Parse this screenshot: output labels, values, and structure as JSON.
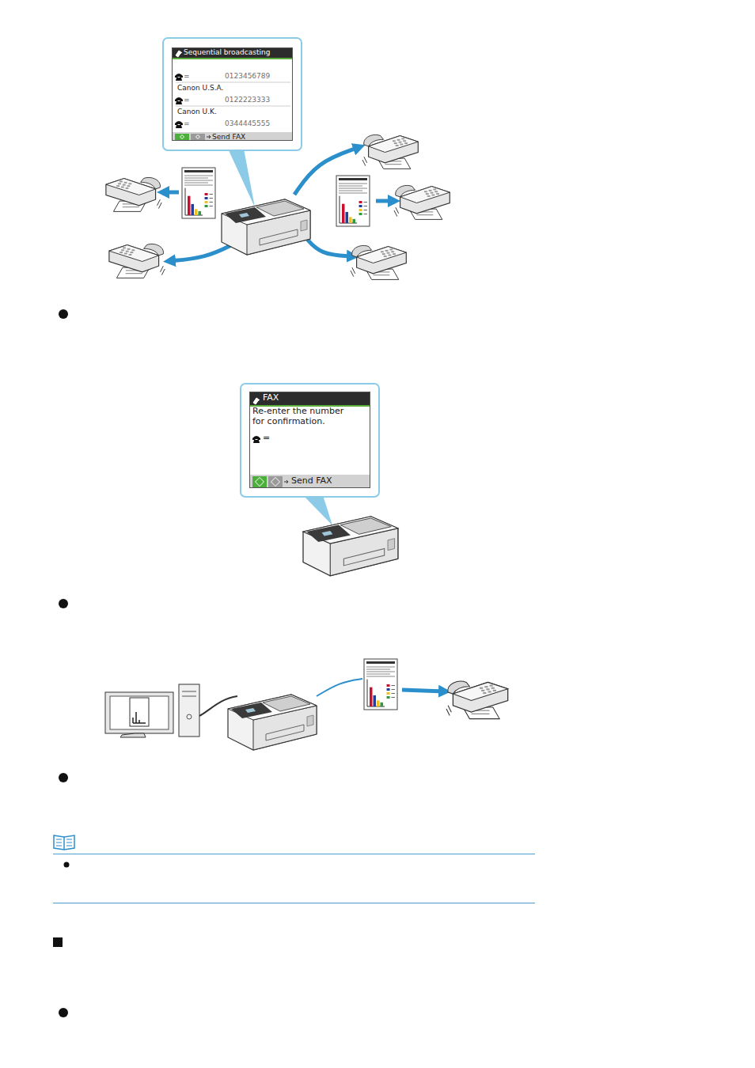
{
  "diagram": {
    "nodes": [
      {
        "text": [
          "Sequential broadcasting",
          "=",
          "0123456789",
          "Canon U.S.A.",
          "=",
          "0122223333",
          "Canon U.K.",
          "=",
          "0344445555",
          "Send FAX"
        ]
      },
      {
        "text": [
          "FAX",
          "Re-enter the number for confirmation.",
          "=",
          "Send FAX"
        ]
      }
    ]
  }
}
